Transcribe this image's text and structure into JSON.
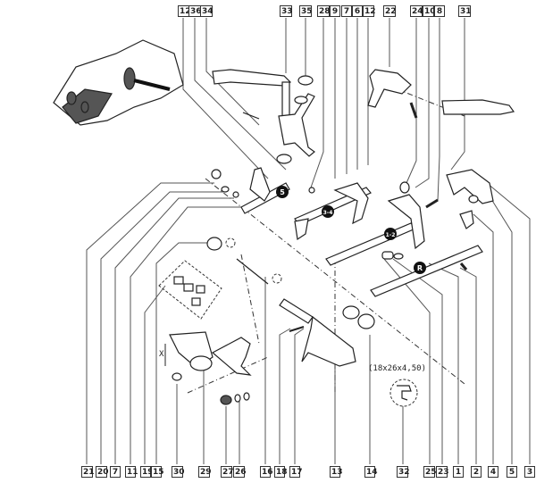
{
  "diagram": {
    "title": "Gearbox shift forks and selector mechanism — exploded view",
    "top_callouts": [
      "12",
      "36",
      "34",
      "33",
      "35",
      "28",
      "9",
      "7",
      "6",
      "12",
      "22",
      "24",
      "10",
      "8",
      "31"
    ],
    "bottom_callouts": [
      "21",
      "20",
      "7",
      "11",
      "19",
      "15",
      "30",
      "29",
      "27",
      "26",
      "16",
      "18",
      "17",
      "13",
      "14",
      "32",
      "25",
      "23",
      "1",
      "2",
      "4",
      "5",
      "3"
    ],
    "gear_badges": [
      "5",
      "3-4",
      "1-2",
      "R"
    ],
    "dimension_note": "(18x26x4,50)",
    "dimension_x_label": "X"
  }
}
